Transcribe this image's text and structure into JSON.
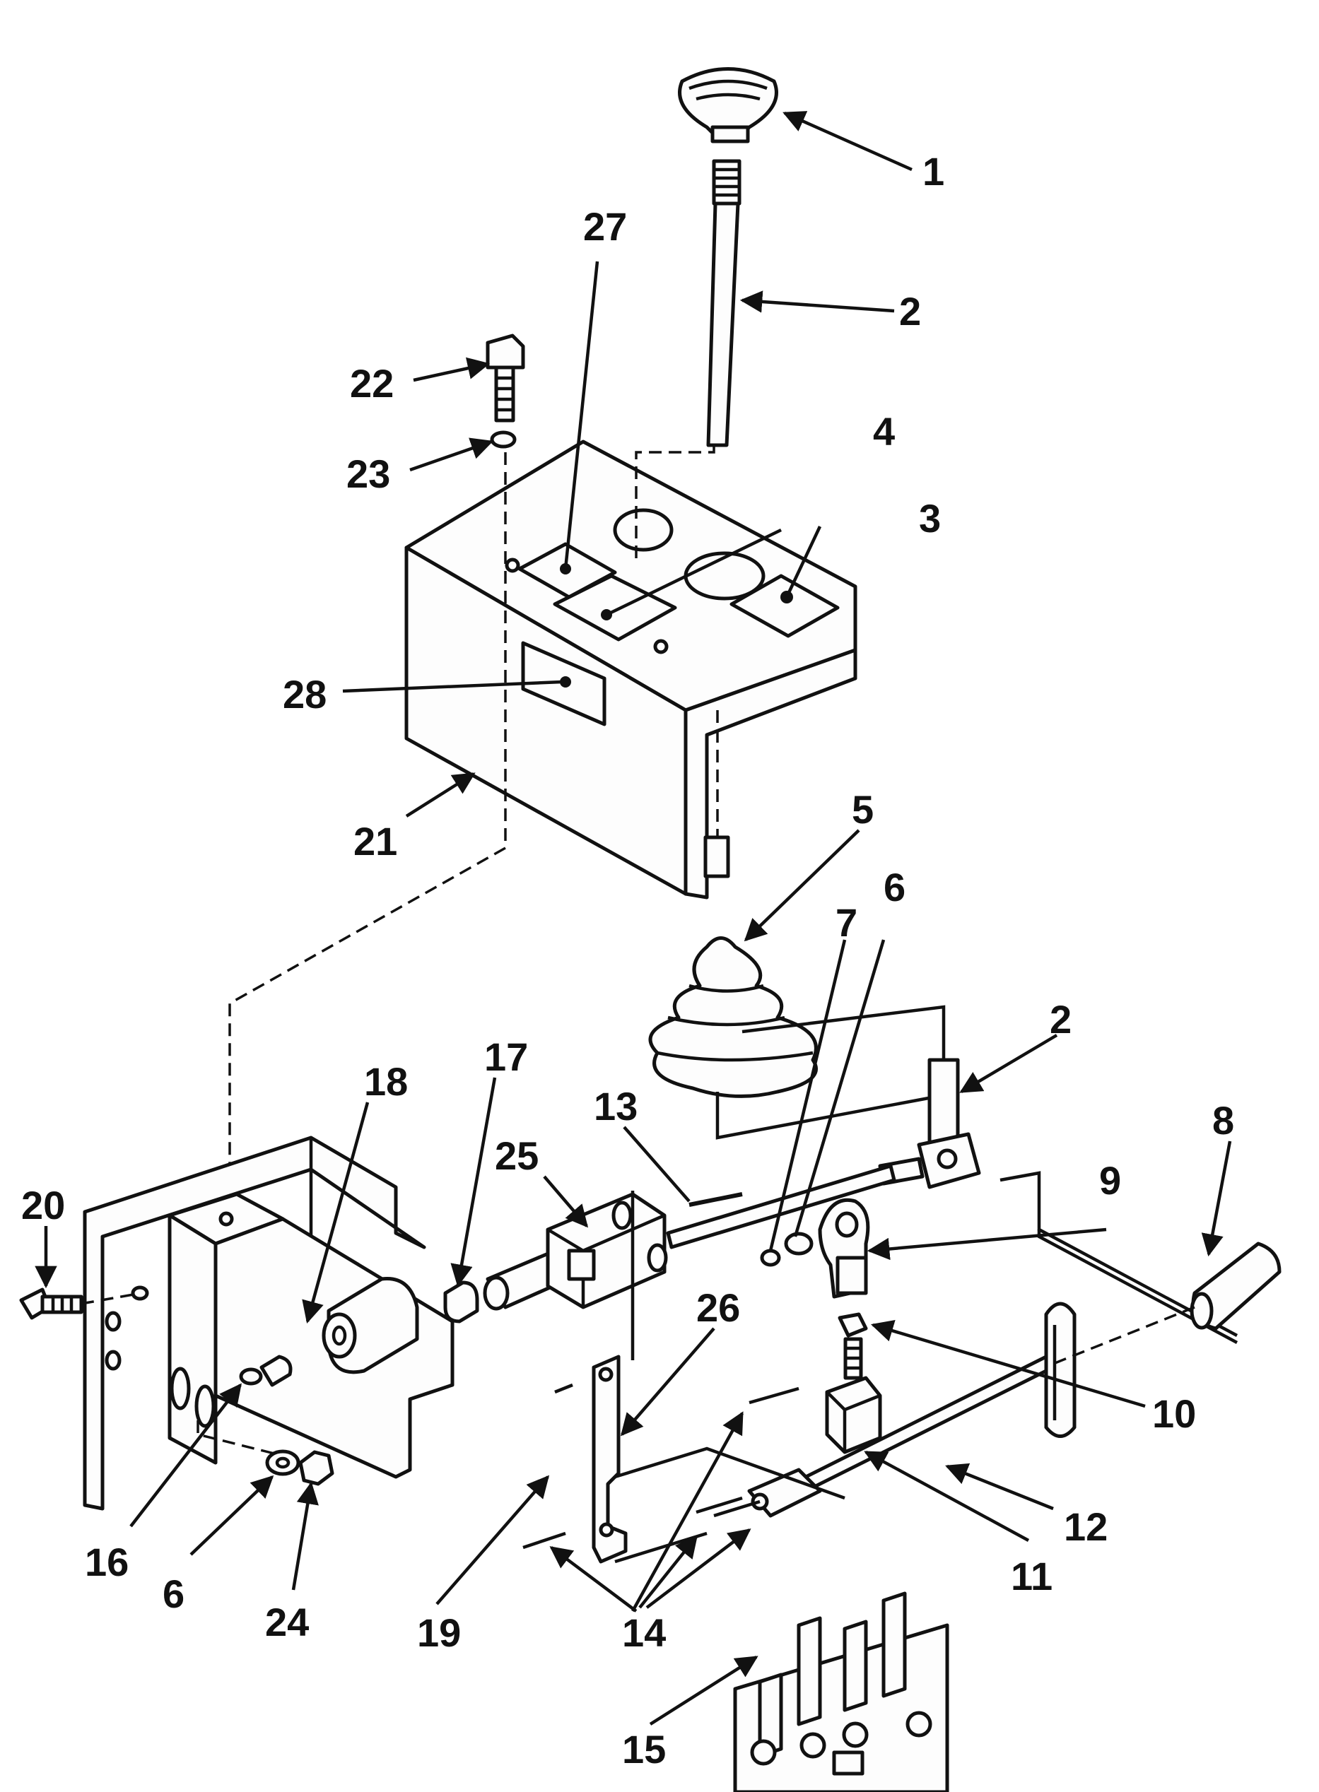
{
  "labels": {
    "p1": "1",
    "p2a": "2",
    "p2b": "2",
    "p3": "3",
    "p4": "4",
    "p5": "5",
    "p6a": "6",
    "p6b": "6",
    "p7": "7",
    "p8": "8",
    "p9": "9",
    "p10": "10",
    "p11": "11",
    "p12": "12",
    "p13": "13",
    "p14": "14",
    "p15": "15",
    "p16": "16",
    "p17": "17",
    "p18": "18",
    "p19": "19",
    "p20": "20",
    "p21": "21",
    "p22": "22",
    "p23": "23",
    "p24": "24",
    "p25": "25",
    "p26": "26",
    "p27": "27",
    "p28": "28"
  }
}
